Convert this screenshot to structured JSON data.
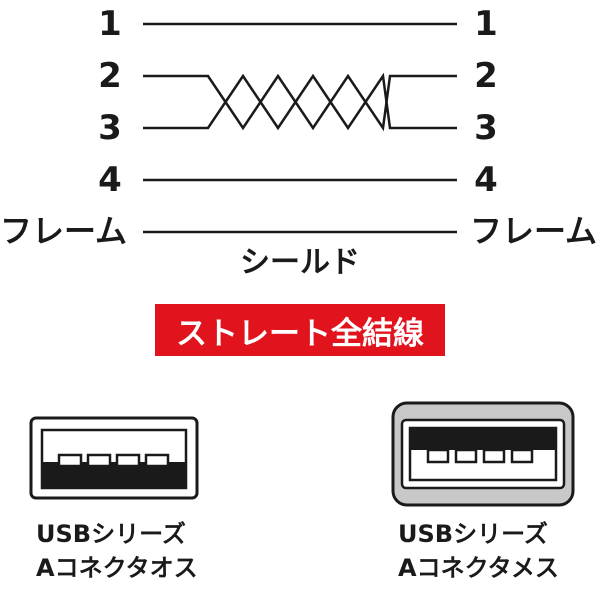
{
  "pins_left": [
    "1",
    "2",
    "3",
    "4"
  ],
  "pins_right": [
    "1",
    "2",
    "3",
    "4"
  ],
  "frame_left": "フレーム",
  "frame_right": "フレーム",
  "shield_label": "シールド",
  "wiring_title": "ストレート全結線",
  "connector_a": {
    "line1": "USBシリーズ",
    "line2": "Aコネクタオス"
  },
  "connector_b": {
    "line1": "USBシリーズ",
    "line2": "Aコネクタメス"
  },
  "colors": {
    "line": "#1a1a1a",
    "banner": "#e1141e",
    "receptacle": "#c8c8c8"
  }
}
